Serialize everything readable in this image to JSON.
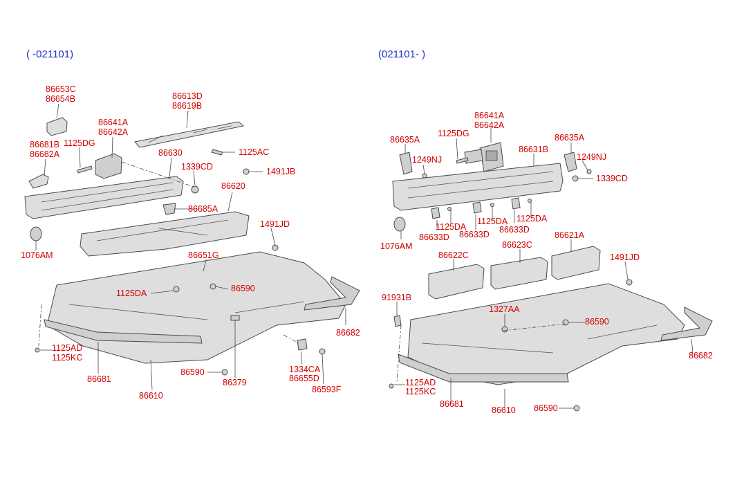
{
  "left": {
    "header": "( -021101)",
    "labels": [
      "86653C",
      "86654B",
      "86613D",
      "86619B",
      "86641A",
      "86642A",
      "86681B",
      "86682A",
      "1125DG",
      "86630",
      "1125AC",
      "1339CD",
      "1491JB",
      "86620",
      "86685A",
      "1076AM",
      "1491JD",
      "86651G",
      "1125DA",
      "86590",
      "86682",
      "1125AD",
      "1125KC",
      "86681",
      "86610",
      "86590",
      "86379",
      "1334CA",
      "86655D",
      "86593F"
    ]
  },
  "right": {
    "header": "(021101- )",
    "labels": [
      "86641A",
      "86642A",
      "1125DG",
      "86635A",
      "86635A",
      "86631B",
      "1249NJ",
      "1249NJ",
      "1339CD",
      "1125DA",
      "1125DA",
      "1125DA",
      "86633D",
      "86633D",
      "86633D",
      "1076AM",
      "86622C",
      "86623C",
      "86621A",
      "1491JD",
      "91931B",
      "1327AA",
      "86590",
      "86682",
      "1125AD",
      "1125KC",
      "86681",
      "86610",
      "86590"
    ]
  }
}
